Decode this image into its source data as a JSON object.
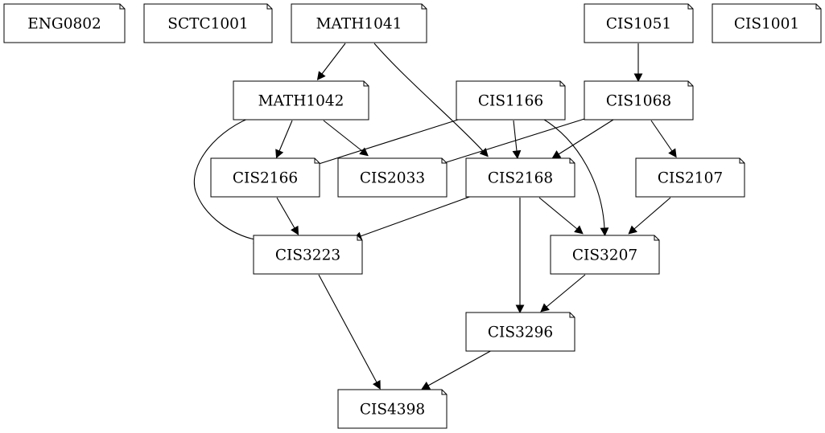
{
  "diagram": {
    "nodes": [
      {
        "id": "ENG0802",
        "label": "ENG0802"
      },
      {
        "id": "SCTC1001",
        "label": "SCTC1001"
      },
      {
        "id": "MATH1041",
        "label": "MATH1041"
      },
      {
        "id": "CIS1051",
        "label": "CIS1051"
      },
      {
        "id": "CIS1001",
        "label": "CIS1001"
      },
      {
        "id": "MATH1042",
        "label": "MATH1042"
      },
      {
        "id": "CIS1166",
        "label": "CIS1166"
      },
      {
        "id": "CIS1068",
        "label": "CIS1068"
      },
      {
        "id": "CIS2166",
        "label": "CIS2166"
      },
      {
        "id": "CIS2033",
        "label": "CIS2033"
      },
      {
        "id": "CIS2168",
        "label": "CIS2168"
      },
      {
        "id": "CIS2107",
        "label": "CIS2107"
      },
      {
        "id": "CIS3223",
        "label": "CIS3223"
      },
      {
        "id": "CIS3207",
        "label": "CIS3207"
      },
      {
        "id": "CIS3296",
        "label": "CIS3296"
      },
      {
        "id": "CIS4398",
        "label": "CIS4398"
      }
    ],
    "edges": [
      {
        "from": "MATH1041",
        "to": "MATH1042"
      },
      {
        "from": "MATH1041",
        "to": "CIS2168"
      },
      {
        "from": "CIS1051",
        "to": "CIS1068"
      },
      {
        "from": "MATH1042",
        "to": "CIS2166"
      },
      {
        "from": "MATH1042",
        "to": "CIS2033"
      },
      {
        "from": "MATH1042",
        "to": "CIS3223"
      },
      {
        "from": "CIS1166",
        "to": "CIS2166"
      },
      {
        "from": "CIS1166",
        "to": "CIS2168"
      },
      {
        "from": "CIS1166",
        "to": "CIS3207"
      },
      {
        "from": "CIS1068",
        "to": "CIS2033"
      },
      {
        "from": "CIS1068",
        "to": "CIS2168"
      },
      {
        "from": "CIS1068",
        "to": "CIS2107"
      },
      {
        "from": "CIS2166",
        "to": "CIS3223"
      },
      {
        "from": "CIS2168",
        "to": "CIS3223"
      },
      {
        "from": "CIS2168",
        "to": "CIS3207"
      },
      {
        "from": "CIS2168",
        "to": "CIS3296"
      },
      {
        "from": "CIS2107",
        "to": "CIS3207"
      },
      {
        "from": "CIS3207",
        "to": "CIS3296"
      },
      {
        "from": "CIS3223",
        "to": "CIS4398"
      },
      {
        "from": "CIS3296",
        "to": "CIS4398"
      }
    ]
  }
}
